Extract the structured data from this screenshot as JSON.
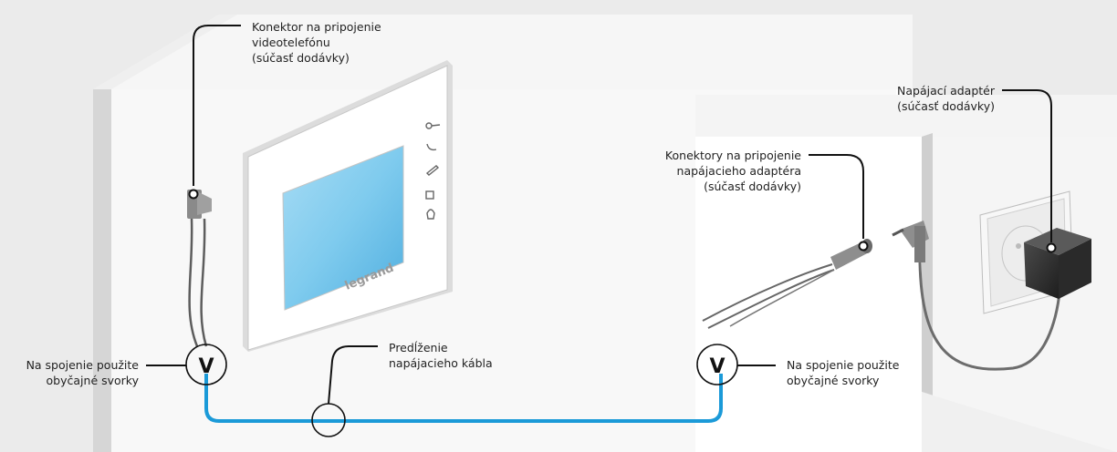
{
  "labels": {
    "monitor_connector": "Konektor na pripojenie\nvideotelefónu\n(súčasť dodávky)",
    "left_terminals": "Na spojenie použite\nobyčajné svorky",
    "cable_extension": "Predĺženie\nnapájacieho kábla",
    "right_terminals": "Na spojenie použite\nobyčajné svorky",
    "adapter_connectors": "Konektory na pripojenie\nnapájacieho adaptéra\n(súčasť dodávky)",
    "power_adapter": "Napájací adaptér\n(súčasť dodávky)"
  },
  "brand": {
    "logo_text": "legrand"
  },
  "symbols": {
    "terminal_mark": "V"
  },
  "colors": {
    "cable_extension": "#1b9ad8",
    "screen": "#7fcbee",
    "leader_line": "#111111"
  },
  "icons": [
    "key-icon",
    "handset-icon",
    "pencil-icon",
    "camera-icon",
    "bell-icon"
  ]
}
